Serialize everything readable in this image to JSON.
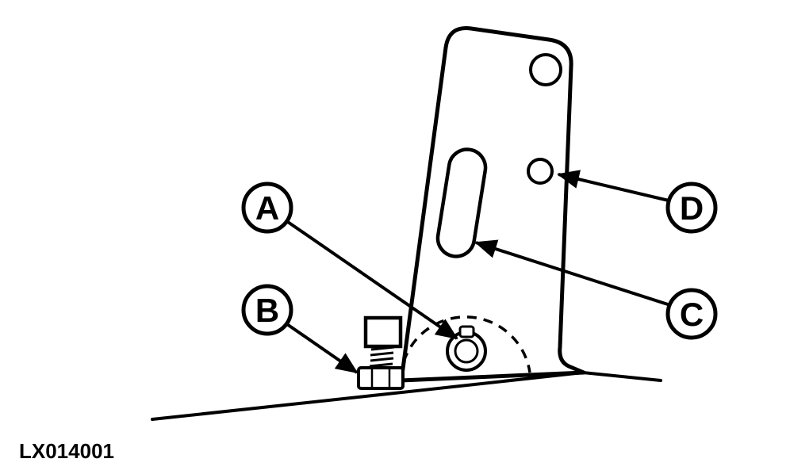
{
  "figure": {
    "code": "LX014001",
    "line_color": "#000000",
    "background_color": "#ffffff",
    "callouts": [
      {
        "label": "A"
      },
      {
        "label": "B"
      },
      {
        "label": "C"
      },
      {
        "label": "D"
      }
    ]
  }
}
